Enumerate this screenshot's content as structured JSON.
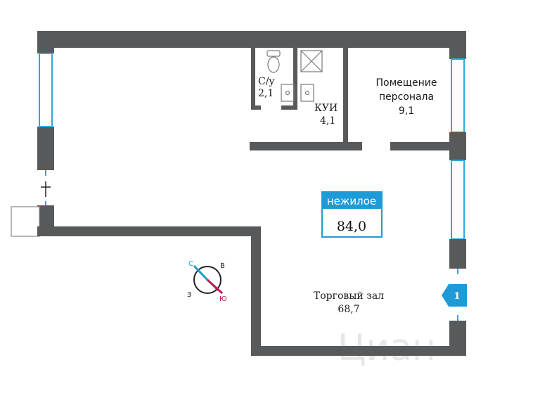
{
  "rooms": {
    "bathroom": {
      "name": "С/у",
      "area": "2,1"
    },
    "cleaning": {
      "name": "КУИ",
      "area": "4,1"
    },
    "staff": {
      "name_line1": "Помещение",
      "name_line2": "персонала",
      "area": "9,1"
    },
    "sales": {
      "name": "Торговый зал",
      "area": "68,7"
    }
  },
  "badge": {
    "title": "нежилое",
    "total_area": "84,0",
    "color": "#1e9bd7"
  },
  "entrance": {
    "number": "1",
    "color": "#1e9bd7"
  },
  "compass": {
    "north": "С",
    "east": "В",
    "south": "Ю",
    "west": "З",
    "north_color": "#1aa0c8",
    "south_color": "#c2185b"
  },
  "watermark": "Циан",
  "colors": {
    "wall": "#58595b",
    "window": "#2aa9e0"
  }
}
